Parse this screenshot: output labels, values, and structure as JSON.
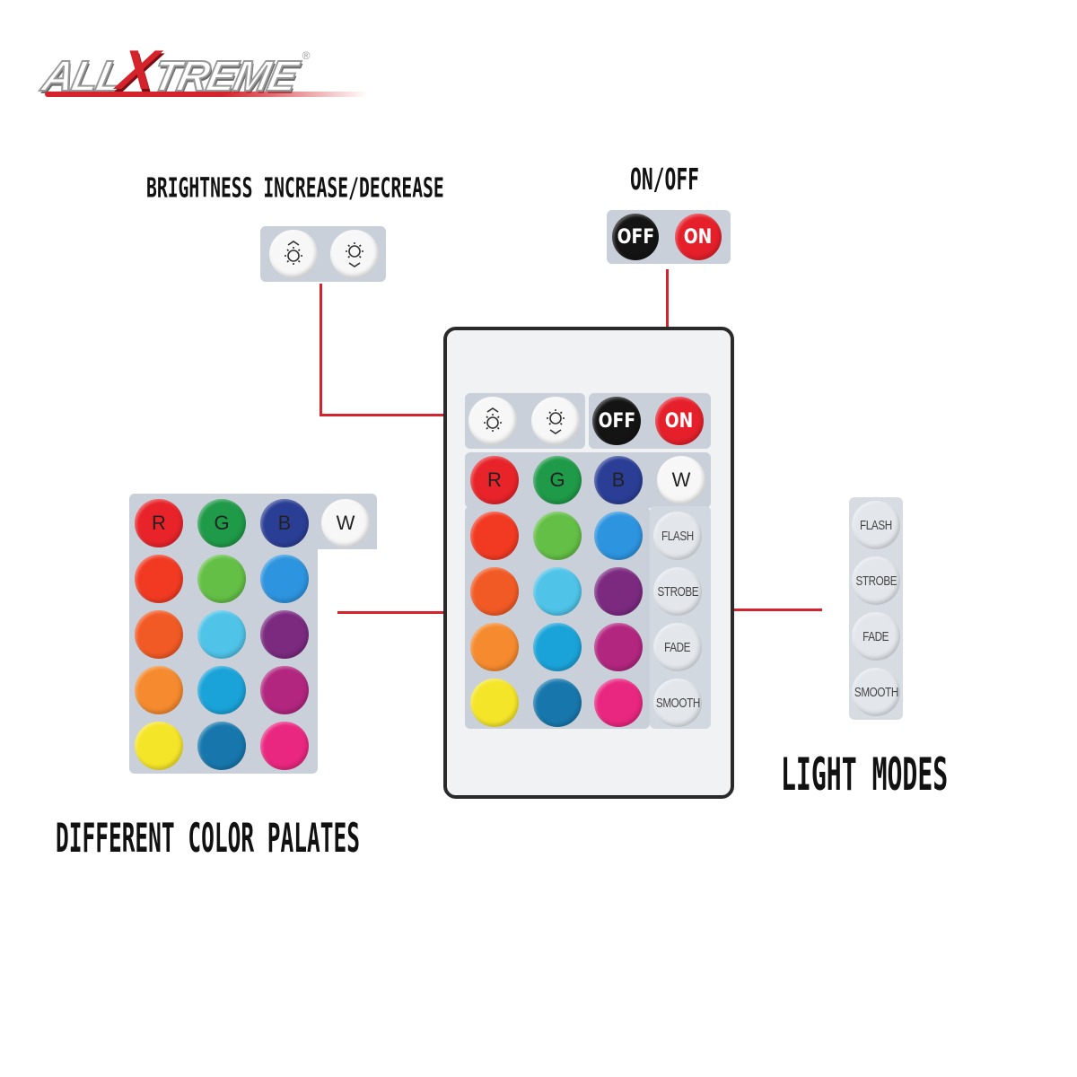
{
  "brand": {
    "logo_text_part1": "ALL",
    "logo_text_x": "X",
    "logo_text_part2": "TREME",
    "registered": "®",
    "color_red": "#d4232b"
  },
  "labels": {
    "brightness": "BRIGHTNESS INCREASE/DECREASE",
    "onoff": "ON/OFF",
    "colors": "DIFFERENT COLOR PALATES",
    "modes": "LIGHT MODES"
  },
  "buttons": {
    "off": "OFF",
    "on": "ON",
    "r": "R",
    "g": "G",
    "b": "B",
    "w": "W",
    "flash": "FLASH",
    "strobe": "STROBE",
    "fade": "FADE",
    "smooth": "SMOOTH"
  },
  "icons": {
    "brightness_up": "brightness-up-icon",
    "brightness_down": "brightness-down-icon"
  },
  "colors": {
    "off_key": "#141414",
    "on_key": "#e5202b",
    "r_key": "#e8242a",
    "g_key": "#1f9a48",
    "b_key": "#2a3e95",
    "row1": [
      "#f23a22",
      "#63bf45",
      "#2d94df"
    ],
    "row2": [
      "#f25a25",
      "#4fc3e8",
      "#7b2a80"
    ],
    "row3": [
      "#f58a2e",
      "#1aa3d8",
      "#b2267f"
    ],
    "row4": [
      "#f5e529",
      "#1777ad",
      "#ea2780"
    ]
  }
}
